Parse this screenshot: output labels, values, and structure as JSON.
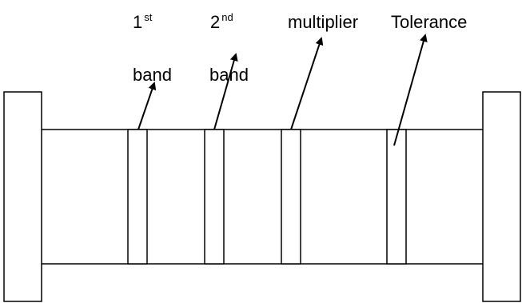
{
  "labels": {
    "first_num": "1",
    "first_sup": "st",
    "second_num": "2",
    "second_sup": "nd",
    "multiplier": "multiplier",
    "tolerance": "Tolerance",
    "band_1": "band",
    "band_2": "band"
  },
  "colors": {
    "stroke": "#000000",
    "background": "#ffffff"
  }
}
